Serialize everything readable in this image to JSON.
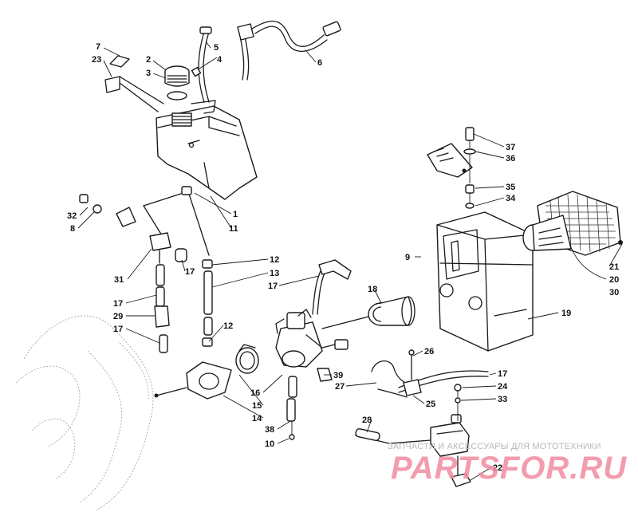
{
  "diagram": {
    "callouts": [
      {
        "id": "c7",
        "text": "7"
      },
      {
        "id": "c23",
        "text": "23"
      },
      {
        "id": "c2",
        "text": "2"
      },
      {
        "id": "c3",
        "text": "3"
      },
      {
        "id": "c5",
        "text": "5"
      },
      {
        "id": "c4",
        "text": "4"
      },
      {
        "id": "c6",
        "text": "6"
      },
      {
        "id": "c1",
        "text": "1"
      },
      {
        "id": "c11",
        "text": "11"
      },
      {
        "id": "c32",
        "text": "32"
      },
      {
        "id": "c8",
        "text": "8"
      },
      {
        "id": "c31",
        "text": "31"
      },
      {
        "id": "c17a",
        "text": "17"
      },
      {
        "id": "c17b",
        "text": "17"
      },
      {
        "id": "c29",
        "text": "29"
      },
      {
        "id": "c17c",
        "text": "17"
      },
      {
        "id": "c12a",
        "text": "12"
      },
      {
        "id": "c13",
        "text": "13"
      },
      {
        "id": "c17d",
        "text": "17"
      },
      {
        "id": "c12b",
        "text": "12"
      },
      {
        "id": "c9",
        "text": "9"
      },
      {
        "id": "c18",
        "text": "18"
      },
      {
        "id": "c37",
        "text": "37"
      },
      {
        "id": "c36",
        "text": "36"
      },
      {
        "id": "c35",
        "text": "35"
      },
      {
        "id": "c34",
        "text": "34"
      },
      {
        "id": "c21",
        "text": "21"
      },
      {
        "id": "c20",
        "text": "20"
      },
      {
        "id": "c30",
        "text": "30"
      },
      {
        "id": "c19",
        "text": "19"
      },
      {
        "id": "c26",
        "text": "26"
      },
      {
        "id": "c39",
        "text": "39"
      },
      {
        "id": "c27",
        "text": "27"
      },
      {
        "id": "c17e",
        "text": "17"
      },
      {
        "id": "c24",
        "text": "24"
      },
      {
        "id": "c33",
        "text": "33"
      },
      {
        "id": "c25",
        "text": "25"
      },
      {
        "id": "c16",
        "text": "16"
      },
      {
        "id": "c15",
        "text": "15"
      },
      {
        "id": "c14",
        "text": "14"
      },
      {
        "id": "c38",
        "text": "38"
      },
      {
        "id": "c10",
        "text": "10"
      },
      {
        "id": "c28",
        "text": "28"
      },
      {
        "id": "c22",
        "text": "22"
      }
    ]
  },
  "watermark": {
    "subtitle": "ЗАПЧАСТИ И АКСЕССУАРЫ ДЛЯ МОТОТЕХНИКИ",
    "logo": "PARTSFOR.RU",
    "color": "#f08ba0"
  }
}
